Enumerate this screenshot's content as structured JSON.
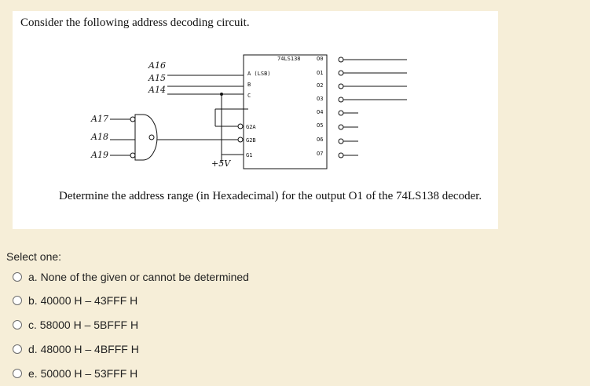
{
  "question": {
    "title": "Consider the following address decoding circuit.",
    "text": "Determine the address range (in Hexadecimal) for the output O1 of the 74LS138 decoder."
  },
  "circuit": {
    "chip_label": "74LS138",
    "inputs": [
      "A (LSB)",
      "B",
      "C"
    ],
    "enables": [
      "G2A",
      "G2B",
      "G1"
    ],
    "outputs": [
      "O0",
      "O1",
      "O2",
      "O3",
      "O4",
      "O5",
      "O6",
      "O7"
    ],
    "address_lines_top": [
      "A16",
      "A15",
      "A14"
    ],
    "address_lines_left": [
      "A17",
      "A18",
      "A19"
    ],
    "supply": "+5V"
  },
  "select_label": "Select one:",
  "options": [
    {
      "label": "a. None of the given or cannot be determined"
    },
    {
      "label": "b. 40000 H – 43FFF H"
    },
    {
      "label": "c. 58000 H – 5BFFF H"
    },
    {
      "label": "d. 48000 H – 4BFFF H"
    },
    {
      "label": "e. 50000 H – 53FFF H"
    }
  ]
}
